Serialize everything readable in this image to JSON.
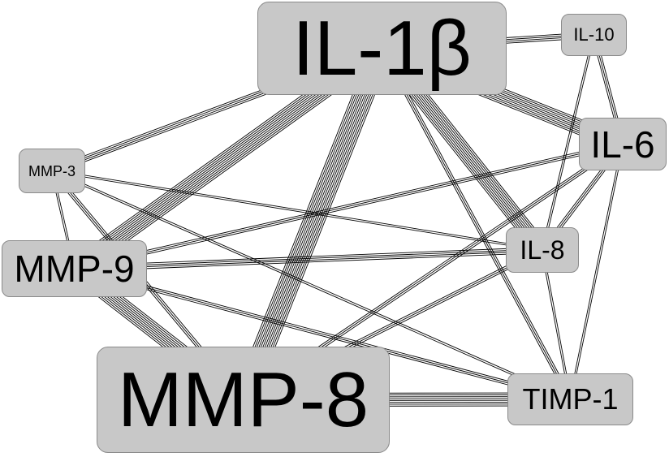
{
  "colors": {
    "node_fill": "#c8c8c8",
    "node_border": "#8a8a8a",
    "edge": "#000000",
    "background": "#ffffff"
  },
  "nodes": [
    {
      "id": "il1b",
      "label": "IL-1β"
    },
    {
      "id": "il10",
      "label": "IL-10"
    },
    {
      "id": "il6",
      "label": "IL-6"
    },
    {
      "id": "mmp3",
      "label": "MMP-3"
    },
    {
      "id": "il8",
      "label": "IL-8"
    },
    {
      "id": "mmp9",
      "label": "MMP-9"
    },
    {
      "id": "mmp8",
      "label": "MMP-8"
    },
    {
      "id": "timp1",
      "label": "TIMP-1"
    }
  ],
  "edges": [
    {
      "source": "il1b",
      "target": "il10",
      "strands": 4
    },
    {
      "source": "il1b",
      "target": "il6",
      "strands": 9
    },
    {
      "source": "il1b",
      "target": "mmp3",
      "strands": 4
    },
    {
      "source": "il1b",
      "target": "il8",
      "strands": 9
    },
    {
      "source": "il1b",
      "target": "mmp9",
      "strands": 10
    },
    {
      "source": "il1b",
      "target": "mmp8",
      "strands": 12
    },
    {
      "source": "il1b",
      "target": "timp1",
      "strands": 3
    },
    {
      "source": "il10",
      "target": "il6",
      "strands": 3
    },
    {
      "source": "il10",
      "target": "il8",
      "strands": 2
    },
    {
      "source": "il6",
      "target": "il8",
      "strands": 3
    },
    {
      "source": "il6",
      "target": "mmp9",
      "strands": 3
    },
    {
      "source": "il6",
      "target": "mmp8",
      "strands": 3
    },
    {
      "source": "il6",
      "target": "timp1",
      "strands": 2
    },
    {
      "source": "mmp3",
      "target": "mmp9",
      "strands": 2
    },
    {
      "source": "mmp3",
      "target": "il8",
      "strands": 2
    },
    {
      "source": "mmp3",
      "target": "mmp8",
      "strands": 3
    },
    {
      "source": "mmp3",
      "target": "timp1",
      "strands": 2
    },
    {
      "source": "mmp9",
      "target": "il8",
      "strands": 4
    },
    {
      "source": "mmp9",
      "target": "mmp8",
      "strands": 9
    },
    {
      "source": "mmp9",
      "target": "timp1",
      "strands": 3
    },
    {
      "source": "il8",
      "target": "mmp8",
      "strands": 3
    },
    {
      "source": "il8",
      "target": "timp1",
      "strands": 2
    },
    {
      "source": "mmp8",
      "target": "timp1",
      "strands": 8
    }
  ]
}
